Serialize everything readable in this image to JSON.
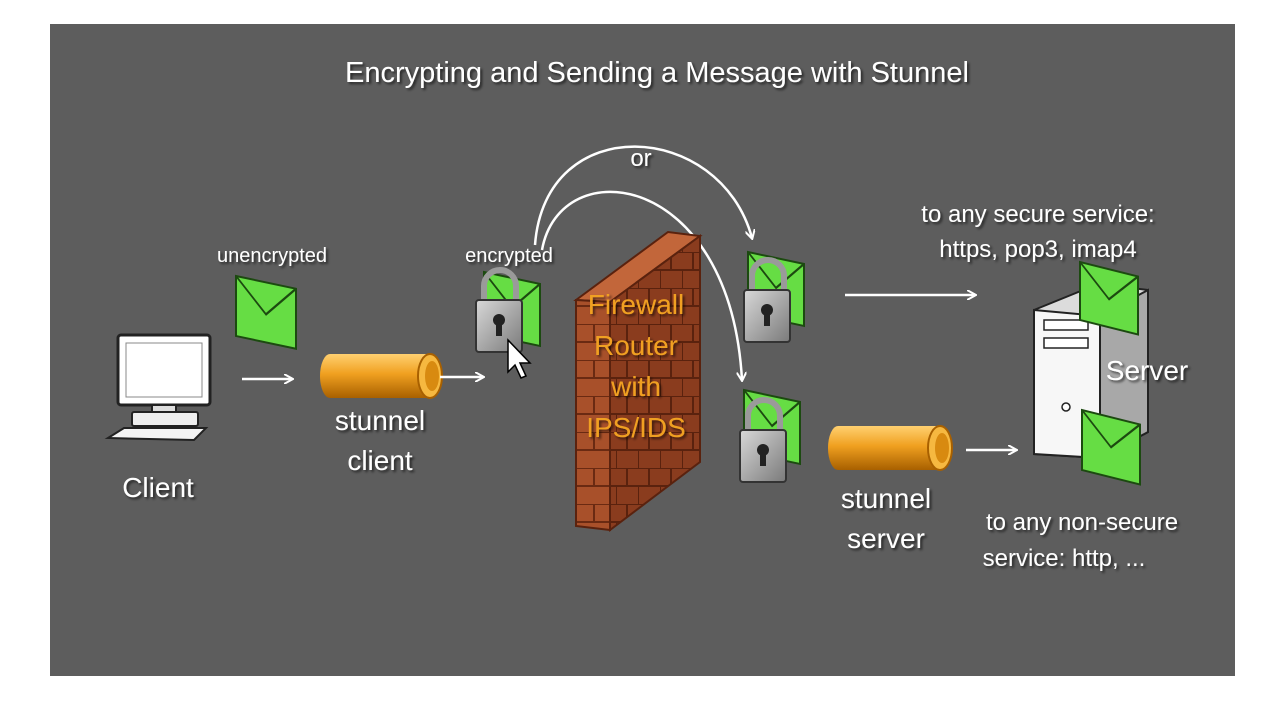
{
  "title": "Encrypting and Sending a Message with Stunnel",
  "labels": {
    "or": "or",
    "unencrypted": "unencrypted",
    "encrypted": "encrypted",
    "client": "Client",
    "stunnel_client": [
      "stunnel",
      "client"
    ],
    "stunnel_server": [
      "stunnel",
      "server"
    ],
    "firewall": [
      "Firewall",
      "Router",
      "with",
      "IPS/IDS"
    ],
    "server": "Server",
    "secure_service": [
      "to any secure service:",
      "https, pop3, imap4"
    ],
    "nonsecure_service": [
      "to any non-secure",
      "service: http, ..."
    ]
  },
  "colors": {
    "background": "#5d5d5d",
    "text": "#ffffff",
    "firewall_text": "#f0a020",
    "envelope": "#66dd44",
    "tunnel": "#f0a020",
    "brick": "#a8502a"
  }
}
